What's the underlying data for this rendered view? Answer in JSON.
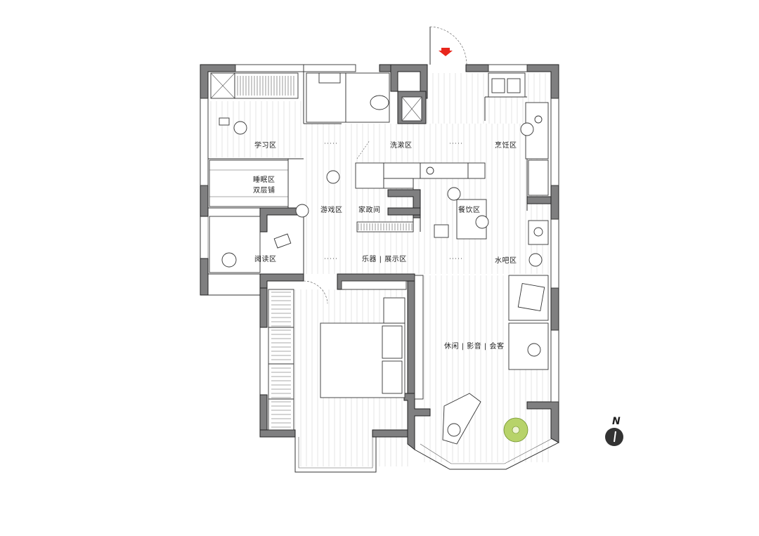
{
  "rooms": {
    "study": "学习区",
    "wash": "洗漱区",
    "cooking": "烹饪区",
    "sleeping": "睡眠区",
    "bunk": "双层铺",
    "play": "游戏区",
    "housekeeping": "家政间",
    "dining": "餐饮区",
    "reading": "阅读区",
    "music_display": "乐器 | 展示区",
    "water_bar": "水吧区",
    "leisure": "休闲 | 影音 | 会客"
  },
  "compass": {
    "label": "N"
  },
  "colors": {
    "wall": "#7f7f80",
    "entry_arrow": "#e8261c",
    "plant": "#b7d36a",
    "compass": "#333333"
  }
}
